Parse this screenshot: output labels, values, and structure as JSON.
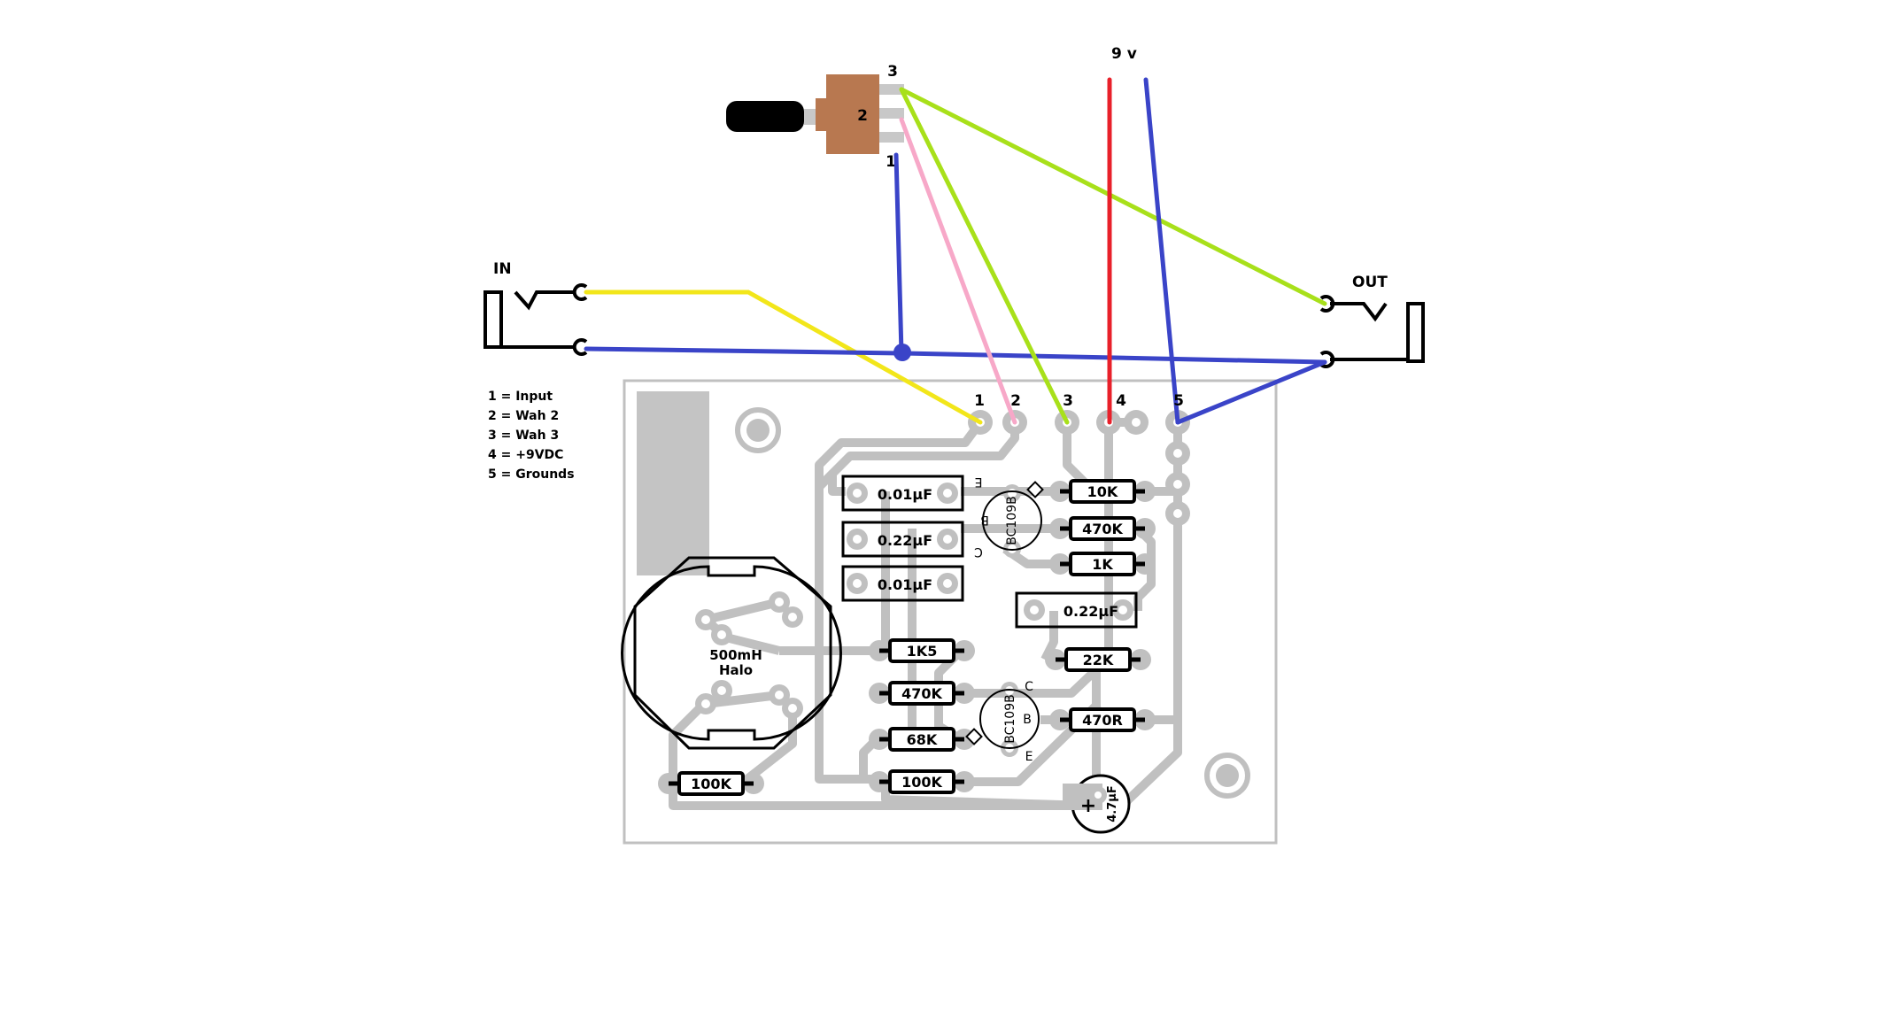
{
  "labels": {
    "in_jack": "IN",
    "out_jack": "OUT",
    "supply": "9 v",
    "pot_pin_1": "1",
    "pot_pin_2": "2",
    "pot_pin_3": "3"
  },
  "board_pads": [
    {
      "number": "1"
    },
    {
      "number": "2"
    },
    {
      "number": "3"
    },
    {
      "number": "4"
    },
    {
      "number": "5"
    }
  ],
  "legend": [
    {
      "text": "1 = Input"
    },
    {
      "text": "2 = Wah 2"
    },
    {
      "text": "3 = Wah 3"
    },
    {
      "text": "4 = +9VDC"
    },
    {
      "text": "5 = Grounds"
    }
  ],
  "components": {
    "cap_1": "0.01µF",
    "cap_2": "0.22µF",
    "cap_3": "0.01µF",
    "cap_4": "0.22µF",
    "r_10k": "10K",
    "r_470k_top": "470K",
    "r_1k": "1K",
    "r_22k": "22K",
    "r_470r": "470R",
    "r_1k5": "1K5",
    "r_470k_bottom": "470K",
    "r_68k": "68K",
    "r_100k_right": "100K",
    "r_100k_left": "100K",
    "inductor": "500mH",
    "inductor_sub": "Halo",
    "electrolytic": "4.7µF",
    "electrolytic_polarity": "+",
    "transistor_top": "BC109B",
    "transistor_bottom": "BC109B",
    "t_top_e": "E",
    "t_top_b": "B",
    "t_top_c": "C",
    "t_bot_c": "C",
    "t_bot_b": "B",
    "t_bot_e": "E"
  },
  "wire_colors": {
    "input": "#f2e61a",
    "wah2": "#f7a8c8",
    "wah3": "#a8e01a",
    "supply": "#e8202a",
    "ground": "#3a44c8",
    "trace": "#c0c0c0",
    "pot_body": "#b87850"
  }
}
